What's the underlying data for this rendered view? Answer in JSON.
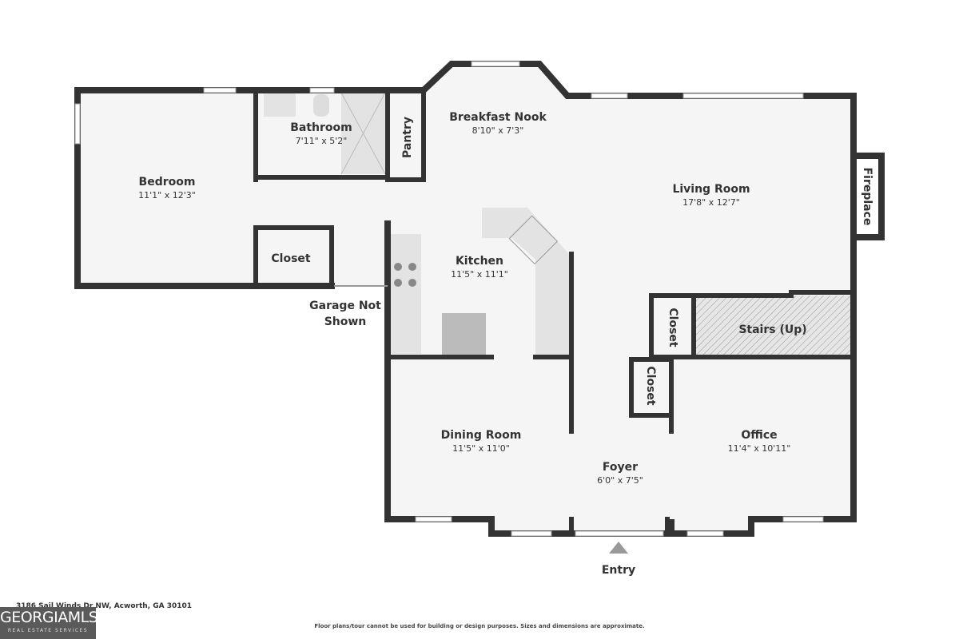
{
  "rooms": {
    "bedroom": {
      "name": "Bedroom",
      "dim": "11'1\" x 12'3\""
    },
    "bathroom": {
      "name": "Bathroom",
      "dim": "7'11\" x 5'2\""
    },
    "pantry": {
      "name": "Pantry"
    },
    "breakfast": {
      "name": "Breakfast Nook",
      "dim": "8'10\" x 7'3\""
    },
    "living": {
      "name": "Living Room",
      "dim": "17'8\" x 12'7\""
    },
    "fireplace": {
      "name": "Fireplace"
    },
    "closet1": {
      "name": "Closet"
    },
    "kitchen": {
      "name": "Kitchen",
      "dim": "11'5\" x 11'1\""
    },
    "garage": {
      "line1": "Garage Not",
      "line2": "Shown"
    },
    "closet2": {
      "name": "Closet"
    },
    "stairs": {
      "name": "Stairs (Up)"
    },
    "closet3": {
      "name": "Closet"
    },
    "dining": {
      "name": "Dining Room",
      "dim": "11'5\" x 11'0\""
    },
    "office": {
      "name": "Office",
      "dim": "11'4\" x 10'11\""
    },
    "foyer": {
      "name": "Foyer",
      "dim": "6'0\" x 7'5\""
    },
    "entry": {
      "name": "Entry"
    }
  },
  "footer": {
    "address": "3186 Sail Winds Dr NW, Acworth, GA 30101",
    "disclaimer": "Floor plans/tour cannot be used for building or design purposes. Sizes and dimensions are approximate.",
    "logo_main": "GEORGIAMLS",
    "logo_sub": "REAL ESTATE SERVICES"
  },
  "colors": {
    "wall": "#333333",
    "floor": "#f5f5f5",
    "fixture": "#e3e3e3"
  }
}
